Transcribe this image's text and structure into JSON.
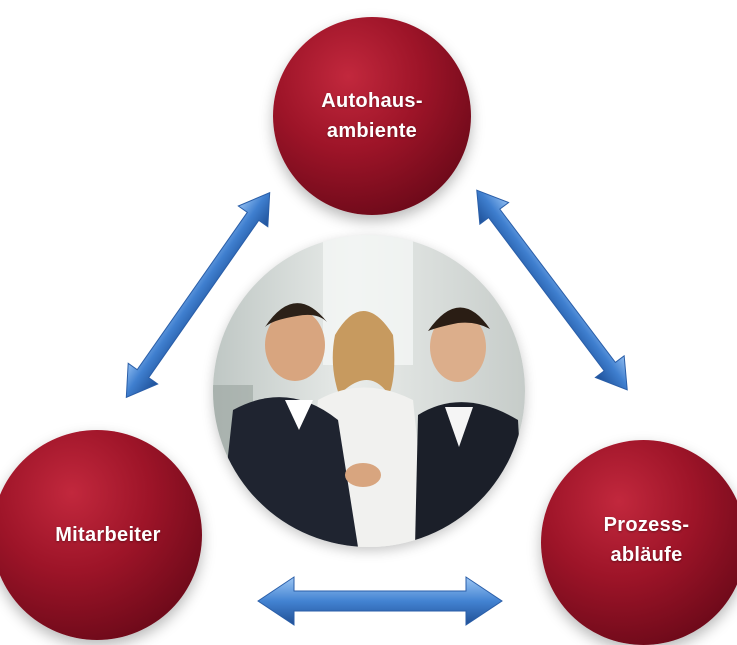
{
  "diagram": {
    "nodes": {
      "top": {
        "label": "Autohaus-\nambiente"
      },
      "left": {
        "label": "Mitarbeiter"
      },
      "right": {
        "label": "Prozess-\nabläufe"
      }
    },
    "center_photo": {
      "icon": "people-meeting-photo"
    },
    "arrows": [
      {
        "from": "left",
        "to": "top",
        "type": "bidirectional"
      },
      {
        "from": "top",
        "to": "right",
        "type": "bidirectional"
      },
      {
        "from": "left",
        "to": "right",
        "type": "bidirectional"
      }
    ],
    "colors": {
      "node": "#9d1428",
      "arrow": "#3f7fcf",
      "text": "#ffffff"
    }
  }
}
